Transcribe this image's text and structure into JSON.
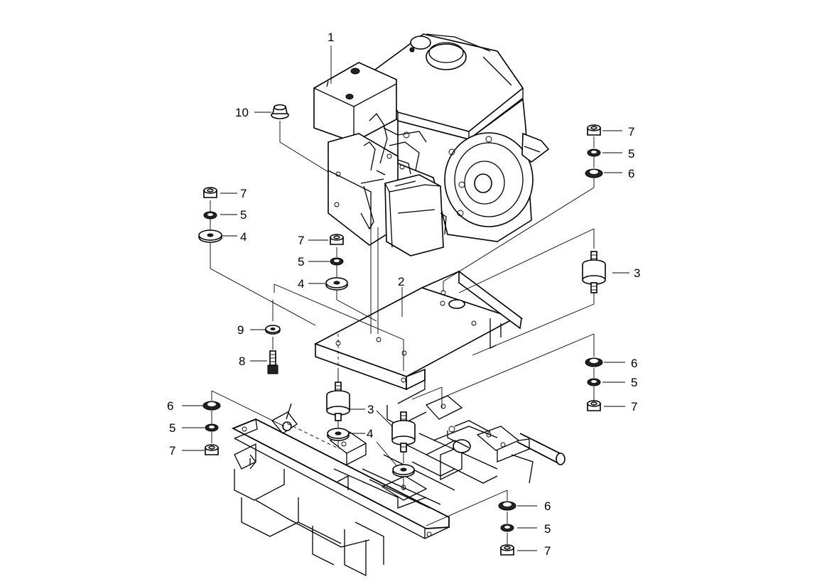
{
  "callouts": [
    {
      "id": "c1",
      "text": "1"
    },
    {
      "id": "c2",
      "text": "2"
    },
    {
      "id": "c3a",
      "text": "3"
    },
    {
      "id": "c3b",
      "text": "3"
    },
    {
      "id": "c4a",
      "text": "4"
    },
    {
      "id": "c4b",
      "text": "4"
    },
    {
      "id": "c4c",
      "text": "4"
    },
    {
      "id": "c5a",
      "text": "5"
    },
    {
      "id": "c5b",
      "text": "5"
    },
    {
      "id": "c5c",
      "text": "5"
    },
    {
      "id": "c5d",
      "text": "5"
    },
    {
      "id": "c5e",
      "text": "5"
    },
    {
      "id": "c5f",
      "text": "5"
    },
    {
      "id": "c6a",
      "text": "6"
    },
    {
      "id": "c6b",
      "text": "6"
    },
    {
      "id": "c6c",
      "text": "6"
    },
    {
      "id": "c6d",
      "text": "6"
    },
    {
      "id": "c7a",
      "text": "7"
    },
    {
      "id": "c7b",
      "text": "7"
    },
    {
      "id": "c7c",
      "text": "7"
    },
    {
      "id": "c7d",
      "text": "7"
    },
    {
      "id": "c7e",
      "text": "7"
    },
    {
      "id": "c7f",
      "text": "7"
    },
    {
      "id": "c8",
      "text": "8"
    },
    {
      "id": "c9",
      "text": "9"
    },
    {
      "id": "c10",
      "text": "10"
    }
  ]
}
